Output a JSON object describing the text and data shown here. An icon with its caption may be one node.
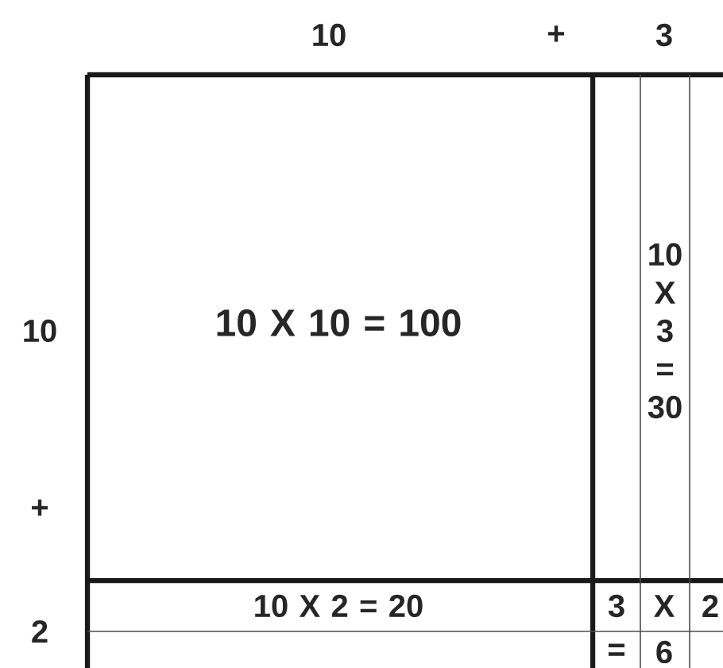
{
  "diagram": {
    "nodes": [
      {
        "text": [
          "10 X 10 = 100"
        ]
      },
      {
        "text": [
          "10 X 3 = 30"
        ]
      },
      {
        "text": [
          "10 X 2 = 20"
        ]
      }
    ],
    "labels": [
      "10",
      "+",
      "3",
      "10",
      "+",
      "2",
      "3",
      "X",
      "2",
      "=",
      "6"
    ]
  }
}
